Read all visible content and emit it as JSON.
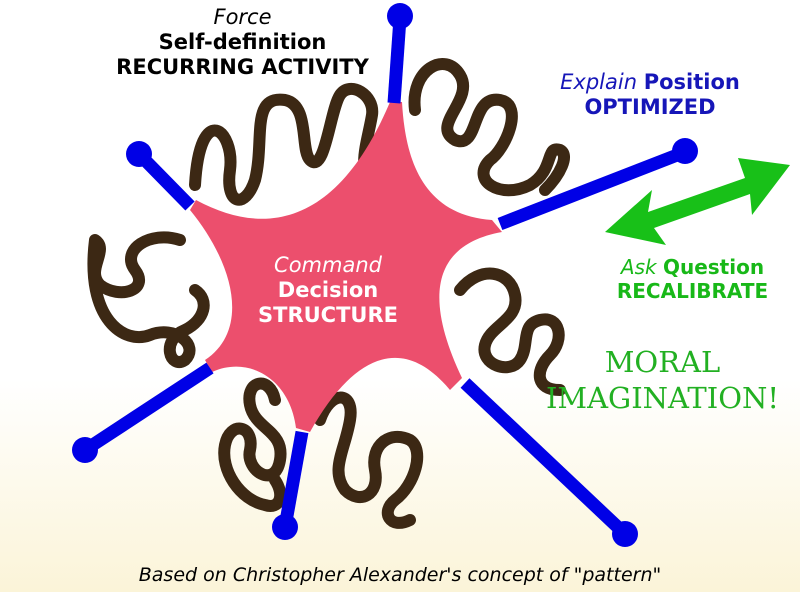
{
  "labels": {
    "top": {
      "verb": "Force",
      "noun": "Self-definition",
      "caps": "RECURRING ACTIVITY"
    },
    "right": {
      "verb": "Explain",
      "noun": "Position",
      "caps": "OPTIMIZED"
    },
    "ask": {
      "verb": "Ask",
      "noun": "Question",
      "caps": "RECALIBRATE"
    },
    "center": {
      "verb": "Command",
      "noun": "Decision",
      "caps": "STRUCTURE"
    },
    "moral": {
      "line1": "MORAL",
      "line2": "IMAGINATION!"
    }
  },
  "caption": "Based on Christopher Alexander's concept of \"pattern\"",
  "colors": {
    "body": "#ec4f6d",
    "arm": "#0000e6",
    "squiggle": "#3c2814",
    "arrow": "#18c018",
    "ask_text": "#18b818",
    "explain_text": "#1616b8"
  },
  "icons": {
    "double_arrow": "double-headed-arrow-icon"
  }
}
